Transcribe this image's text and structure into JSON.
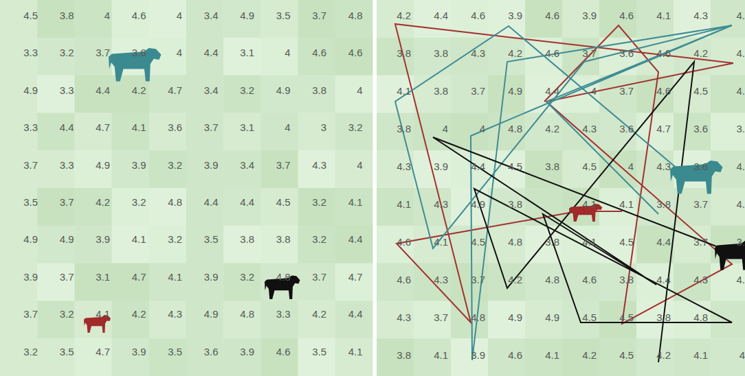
{
  "diagram": {
    "labels": [
      "4.5",
      "3.8",
      "4",
      "4.6",
      "4",
      "3.4",
      "4.9",
      "3.5",
      "3.7",
      "4.8",
      "3.3",
      "3.2",
      "3.7",
      "3.6",
      "4",
      "4.4",
      "3.1",
      "4",
      "4.6",
      "4.6",
      "4.9",
      "3.3",
      "4.4",
      "4.2",
      "4.7",
      "3.4",
      "3.2",
      "4.9",
      "3.8",
      "4",
      "3.3",
      "4.4",
      "4.7",
      "4.1",
      "3.6",
      "3.7",
      "3.1",
      "4",
      "3",
      "3.2",
      "3.7",
      "3.3",
      "4.9",
      "3.9",
      "3.2",
      "3.9",
      "3.4",
      "3.7",
      "4.3",
      "4",
      "3.5",
      "3.7",
      "4.2",
      "3.2",
      "4.8",
      "4.4",
      "4.4",
      "4.5",
      "3.2",
      "4.1",
      "4.9",
      "4.9",
      "3.9",
      "4.1",
      "3.2",
      "3.5",
      "3.8",
      "3.8",
      "3.2",
      "4.4",
      "3.9",
      "3.7",
      "3.1",
      "4.7",
      "4.1",
      "3.9",
      "3.2",
      "4.8",
      "3.7",
      "4.7",
      "3.7",
      "3.2",
      "4.1",
      "4.2",
      "4.3",
      "4.9",
      "4.8",
      "3.3",
      "4.2",
      "4.4",
      "3.2",
      "3.5",
      "4.7",
      "3.9",
      "3.5",
      "3.6",
      "3.9",
      "4.6",
      "3.5",
      "4.1",
      "4.2",
      "4.4",
      "4.6",
      "3.9",
      "4.6",
      "3.9",
      "4.6",
      "4.1",
      "4.3",
      "4.",
      "3.8",
      "3.8",
      "4.3",
      "4.2",
      "4.6",
      "3.7",
      "3.6",
      "4.6",
      "4.2",
      "4.",
      "4.1",
      "3.8",
      "3.7",
      "4.9",
      "4.4",
      "4",
      "3.7",
      "4.6",
      "4.5",
      "4.",
      "3.8",
      "4",
      "4",
      "4.8",
      "4.2",
      "4.3",
      "3.6",
      "4.7",
      "3.6",
      "3.",
      "4.3",
      "3.9",
      "4.4",
      "4.5",
      "3.8",
      "4.5",
      "4",
      "4.3",
      "3.6",
      "4.",
      "4.1",
      "4.3",
      "4.9",
      "3.8",
      "4.1",
      "4.1",
      "3.8",
      "3.7",
      "4.",
      "4.6",
      "4.1",
      "4.5",
      "4.8",
      "3.8",
      "4.1",
      "4.5",
      "4.4",
      "3.7",
      "3.",
      "4.6",
      "4.3",
      "3.7",
      "4.2",
      "4.8",
      "4.6",
      "3.8",
      "4.4",
      "4.3",
      "4.",
      "4.3",
      "3.7",
      "4.8",
      "4.9",
      "4.9",
      "4.5",
      "4.5",
      "3.8",
      "4.8",
      "3.8",
      "4.1",
      "3.9",
      "4.6",
      "4.1",
      "4.2",
      "4.5",
      "4.2",
      "4.1",
      "4"
    ]
  }
}
